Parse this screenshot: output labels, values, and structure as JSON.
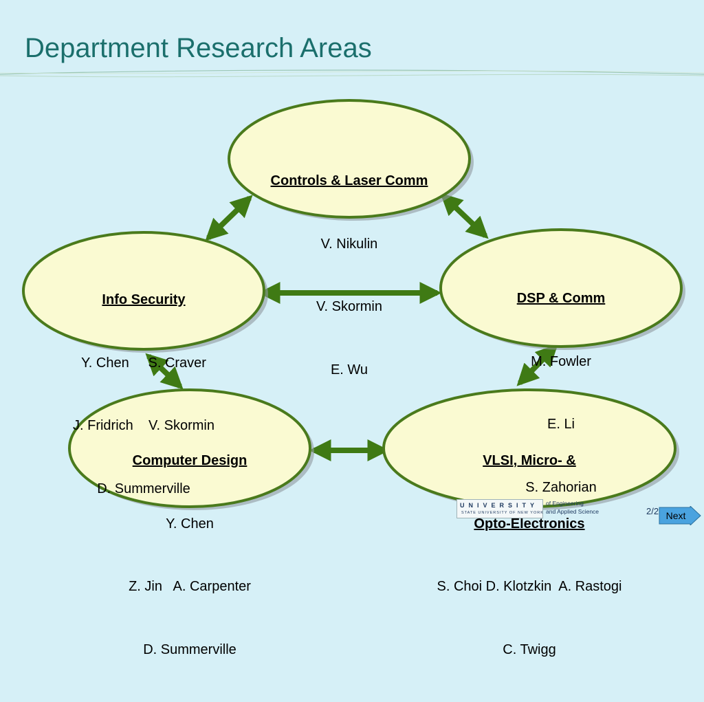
{
  "title": "Department Research Areas",
  "colors": {
    "background": "#d6f0f7",
    "title": "#1b6f6c",
    "node_fill": "#fafad2",
    "node_border": "#4a7a1c",
    "arrow": "#3f7a14"
  },
  "nodes": [
    {
      "id": "controls",
      "heading": "Controls & Laser Comm",
      "lines": [
        "V. Nikulin",
        "V. Skormin",
        "E. Wu"
      ]
    },
    {
      "id": "info-security",
      "heading": "Info Security",
      "lines": [
        "Y. Chen     S. Craver",
        "J. Fridrich    V. Skormin",
        "D. Summerville"
      ]
    },
    {
      "id": "dsp",
      "heading": "DSP & Comm",
      "lines": [
        "M. Fowler",
        "E. Li",
        "S. Zahorian"
      ]
    },
    {
      "id": "computer-design",
      "heading": "Computer Design",
      "lines": [
        "Y. Chen",
        "Z. Jin   A. Carpenter",
        "D. Summerville"
      ]
    },
    {
      "id": "vlsi",
      "heading": "VLSI, Micro- &",
      "heading2": "Opto-Electronics",
      "lines": [
        "S. Choi D. Klotzkin  A. Rastogi",
        "C. Twigg"
      ]
    }
  ],
  "footer": {
    "logo_word": "UNIVERSITY",
    "logo_sub": "STATE UNIVERSITY OF NEW YORK",
    "logo_right": "of Engineering\nand Applied Science",
    "page": "2/2",
    "next_label": "Next"
  }
}
